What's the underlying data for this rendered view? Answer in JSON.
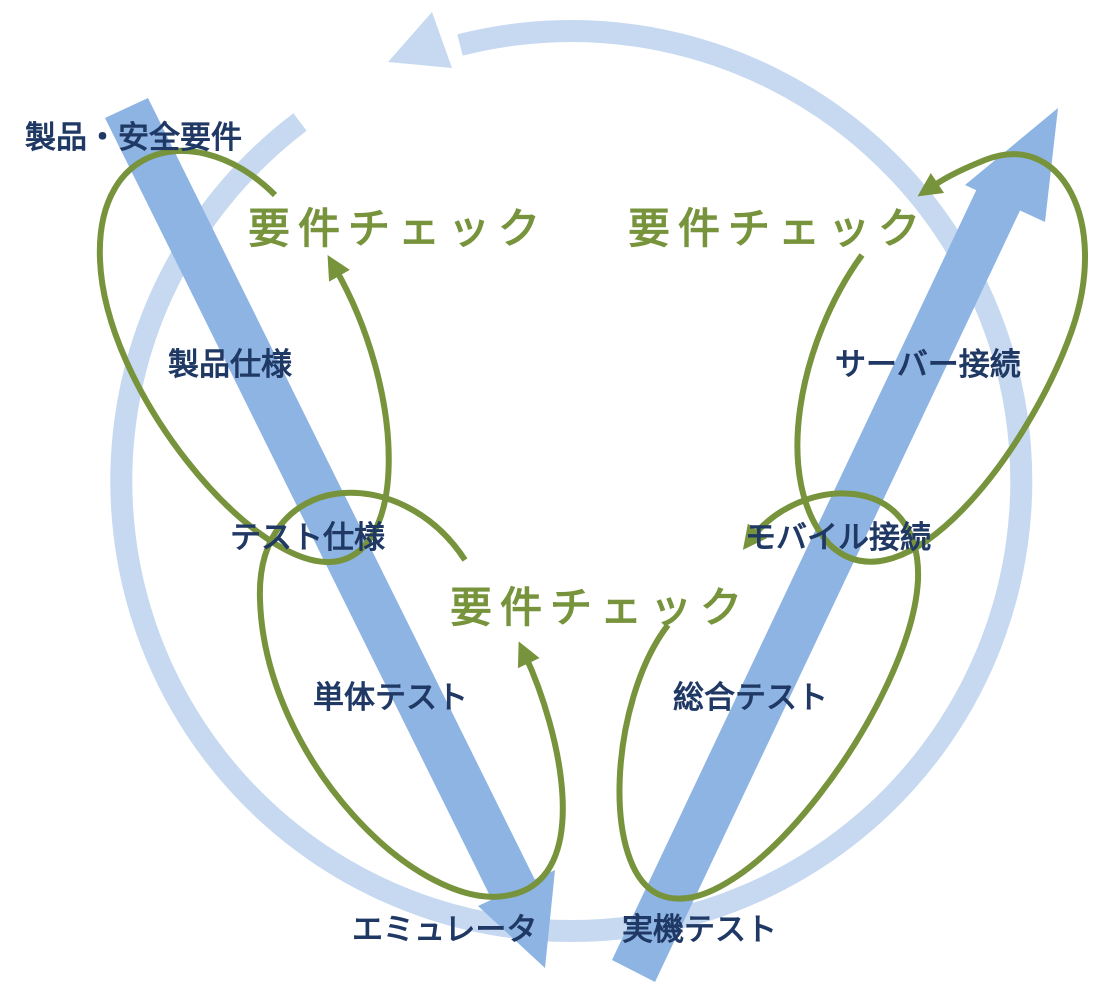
{
  "colors": {
    "ring": "#c6d9f1",
    "bar": "#8eb4e3",
    "loop": "#77933c",
    "label": "#1f3864"
  },
  "labels": {
    "top_left": "製品・安全要件",
    "product_spec": "製品仕様",
    "test_spec": "テスト仕様",
    "unit_test": "単体テスト",
    "emulator": "エミュレータ",
    "real_device_test": "実機テスト",
    "integration_test": "総合テスト",
    "mobile_connection": "モバイル接続",
    "server_connection": "サーバー接続"
  },
  "checks": [
    "要件チェック",
    "要件チェック",
    "要件チェック"
  ]
}
